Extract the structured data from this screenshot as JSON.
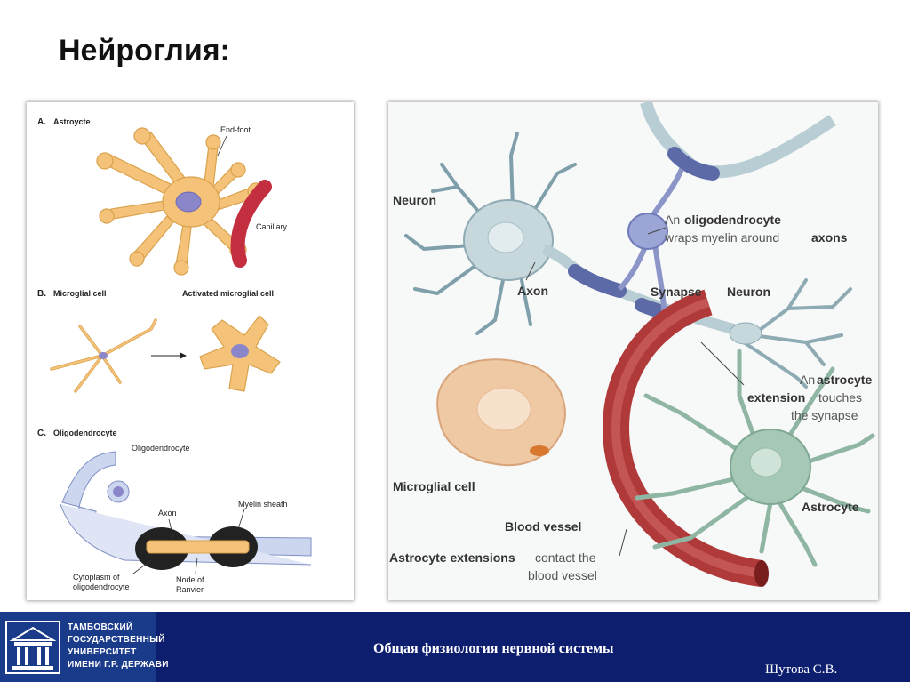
{
  "slide": {
    "title": "Нейроглия:"
  },
  "left_figure": {
    "section_a": {
      "heading": "A.",
      "name": "Astroycte",
      "label_endfoot": "End-foot",
      "label_capillary": "Capillary"
    },
    "section_b": {
      "heading": "B.",
      "name": "Microglial cell",
      "label_activated": "Activated microglial cell"
    },
    "section_c": {
      "heading": "C.",
      "name": "Oligodendrocyte",
      "label_oligo": "Oligodendrocyte",
      "label_axon": "Axon",
      "label_myelin": "Myelin sheath",
      "label_cytoplasm_1": "Cytoplasm of",
      "label_cytoplasm_2": "oligodendrocyte",
      "label_node_1": "Node of",
      "label_node_2": "Ranvier"
    }
  },
  "right_figure": {
    "neuron_left": "Neuron",
    "axon": "Axon",
    "oligo_prefix": "An",
    "oligo_name": "oligodendrocyte",
    "oligo_desc": "wraps myelin around",
    "oligo_axons": "axons",
    "synapse": "Synapse",
    "neuron_right": "Neuron",
    "astro_ext_prefix": "An",
    "astro_ext_word1": "astrocyte",
    "astro_ext_word2": "extension",
    "astro_ext_touches": "touches",
    "astro_ext_synapse": "the synapse",
    "microglial": "Microglial cell",
    "astrocyte": "Astrocyte",
    "blood_vessel": "Blood vessel",
    "ext_bold": "Astrocyte extensions",
    "ext_contact": "contact the",
    "ext_vessel": "blood vessel"
  },
  "footer": {
    "university_lines": [
      "ТАМБОВСКИЙ",
      "ГОСУДАРСТВЕННЫЙ",
      "УНИВЕРСИТЕТ",
      "ИМЕНИ Г.Р. ДЕРЖАВИ"
    ],
    "course": "Общая физиология нервной системы",
    "author": "Шутова С.В."
  },
  "colors": {
    "footer_bg": "#0d1e6e",
    "glia_fill": "#f5c27a",
    "neuron_fill": "#b8cdd4",
    "myelin": "#5c6aa8",
    "vessel": "#b03a3a",
    "astrocyte_fill": "#8fb5a3"
  }
}
